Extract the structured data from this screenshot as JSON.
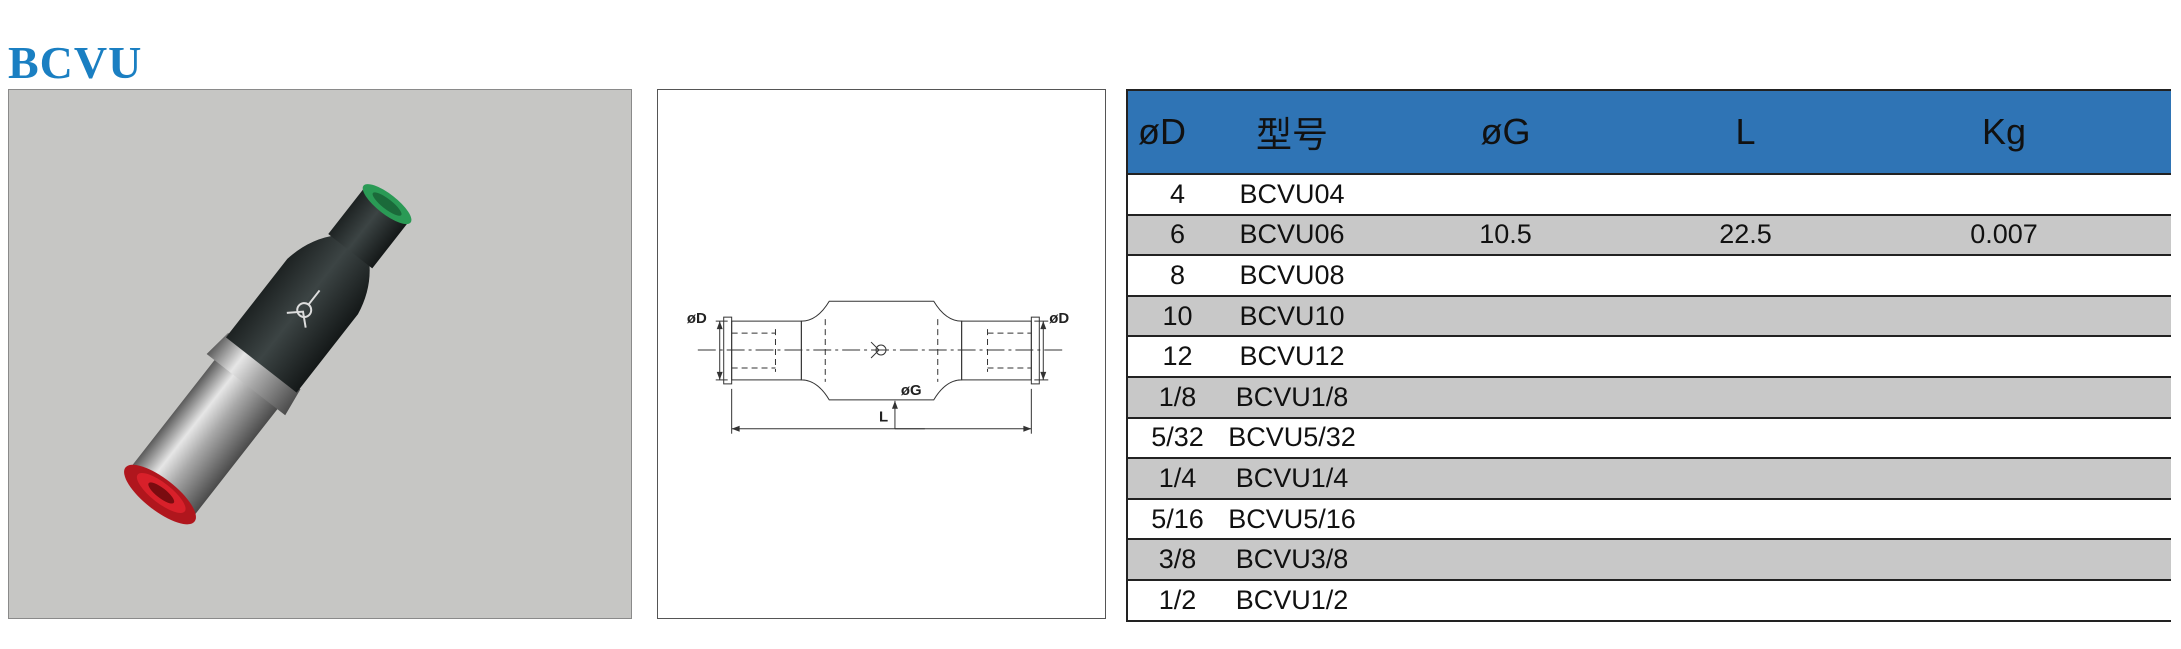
{
  "header": {
    "title": "BCVU"
  },
  "drawing": {
    "label_d_left": "øD",
    "label_d_right": "øD",
    "label_g": "øG",
    "label_l": "L"
  },
  "table": {
    "headers": [
      "øD",
      "型号",
      "øG",
      "L",
      "Kg"
    ],
    "rows": [
      [
        "4",
        "BCVU04",
        "",
        "",
        ""
      ],
      [
        "6",
        "BCVU06",
        "10.5",
        "22.5",
        "0.007"
      ],
      [
        "8",
        "BCVU08",
        "",
        "",
        ""
      ],
      [
        "10",
        "BCVU10",
        "",
        "",
        ""
      ],
      [
        "12",
        "BCVU12",
        "",
        "",
        ""
      ],
      [
        "1/8",
        "BCVU1/8",
        "",
        "",
        ""
      ],
      [
        "5/32",
        "BCVU5/32",
        "",
        "",
        ""
      ],
      [
        "1/4",
        "BCVU1/4",
        "",
        "",
        ""
      ],
      [
        "5/16",
        "BCVU5/16",
        "",
        "",
        ""
      ],
      [
        "3/8",
        "BCVU3/8",
        "",
        "",
        ""
      ],
      [
        "1/2",
        "BCVU1/2",
        "",
        "",
        ""
      ]
    ]
  },
  "colors": {
    "title": "#1a7fc2",
    "header_bg": "#2f74b5",
    "alt_row_bg": "#c8c8c8",
    "photo_bg": "#c6c6c4",
    "collet_green": "#2a9a55",
    "collet_red": "#d8202a"
  }
}
